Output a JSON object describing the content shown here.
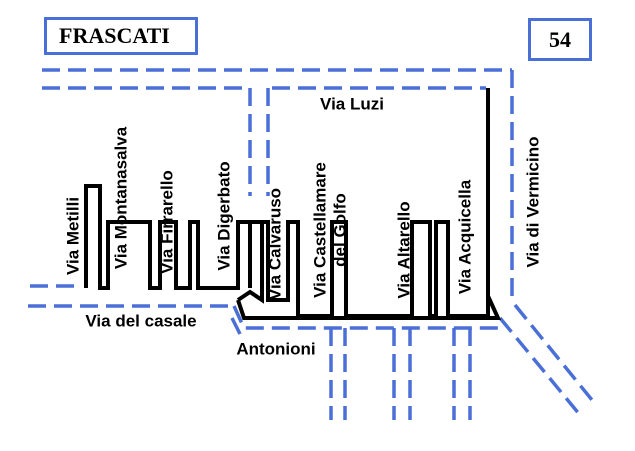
{
  "header": {
    "town": "FRASCATI",
    "number": "54"
  },
  "colors": {
    "road_outline": "#000000",
    "dashed_road": "#4a6fd6"
  },
  "streets": {
    "luzi": "Via Luzi",
    "metilli": "Via Metilli",
    "montanasalva": "Via Montanasalva",
    "firrarello": "Via Firrarello",
    "digerbato": "Via Digerbato",
    "calvaruso": "Via Calvaruso",
    "castellammare": "Via Castellamare\ndel Golfo",
    "altarello": "Via Altarello",
    "acquicella": "Via Acquicella",
    "vermicino": "Via di Vermicino",
    "casale": "Via del casale",
    "antonioni": "Antonioni"
  }
}
